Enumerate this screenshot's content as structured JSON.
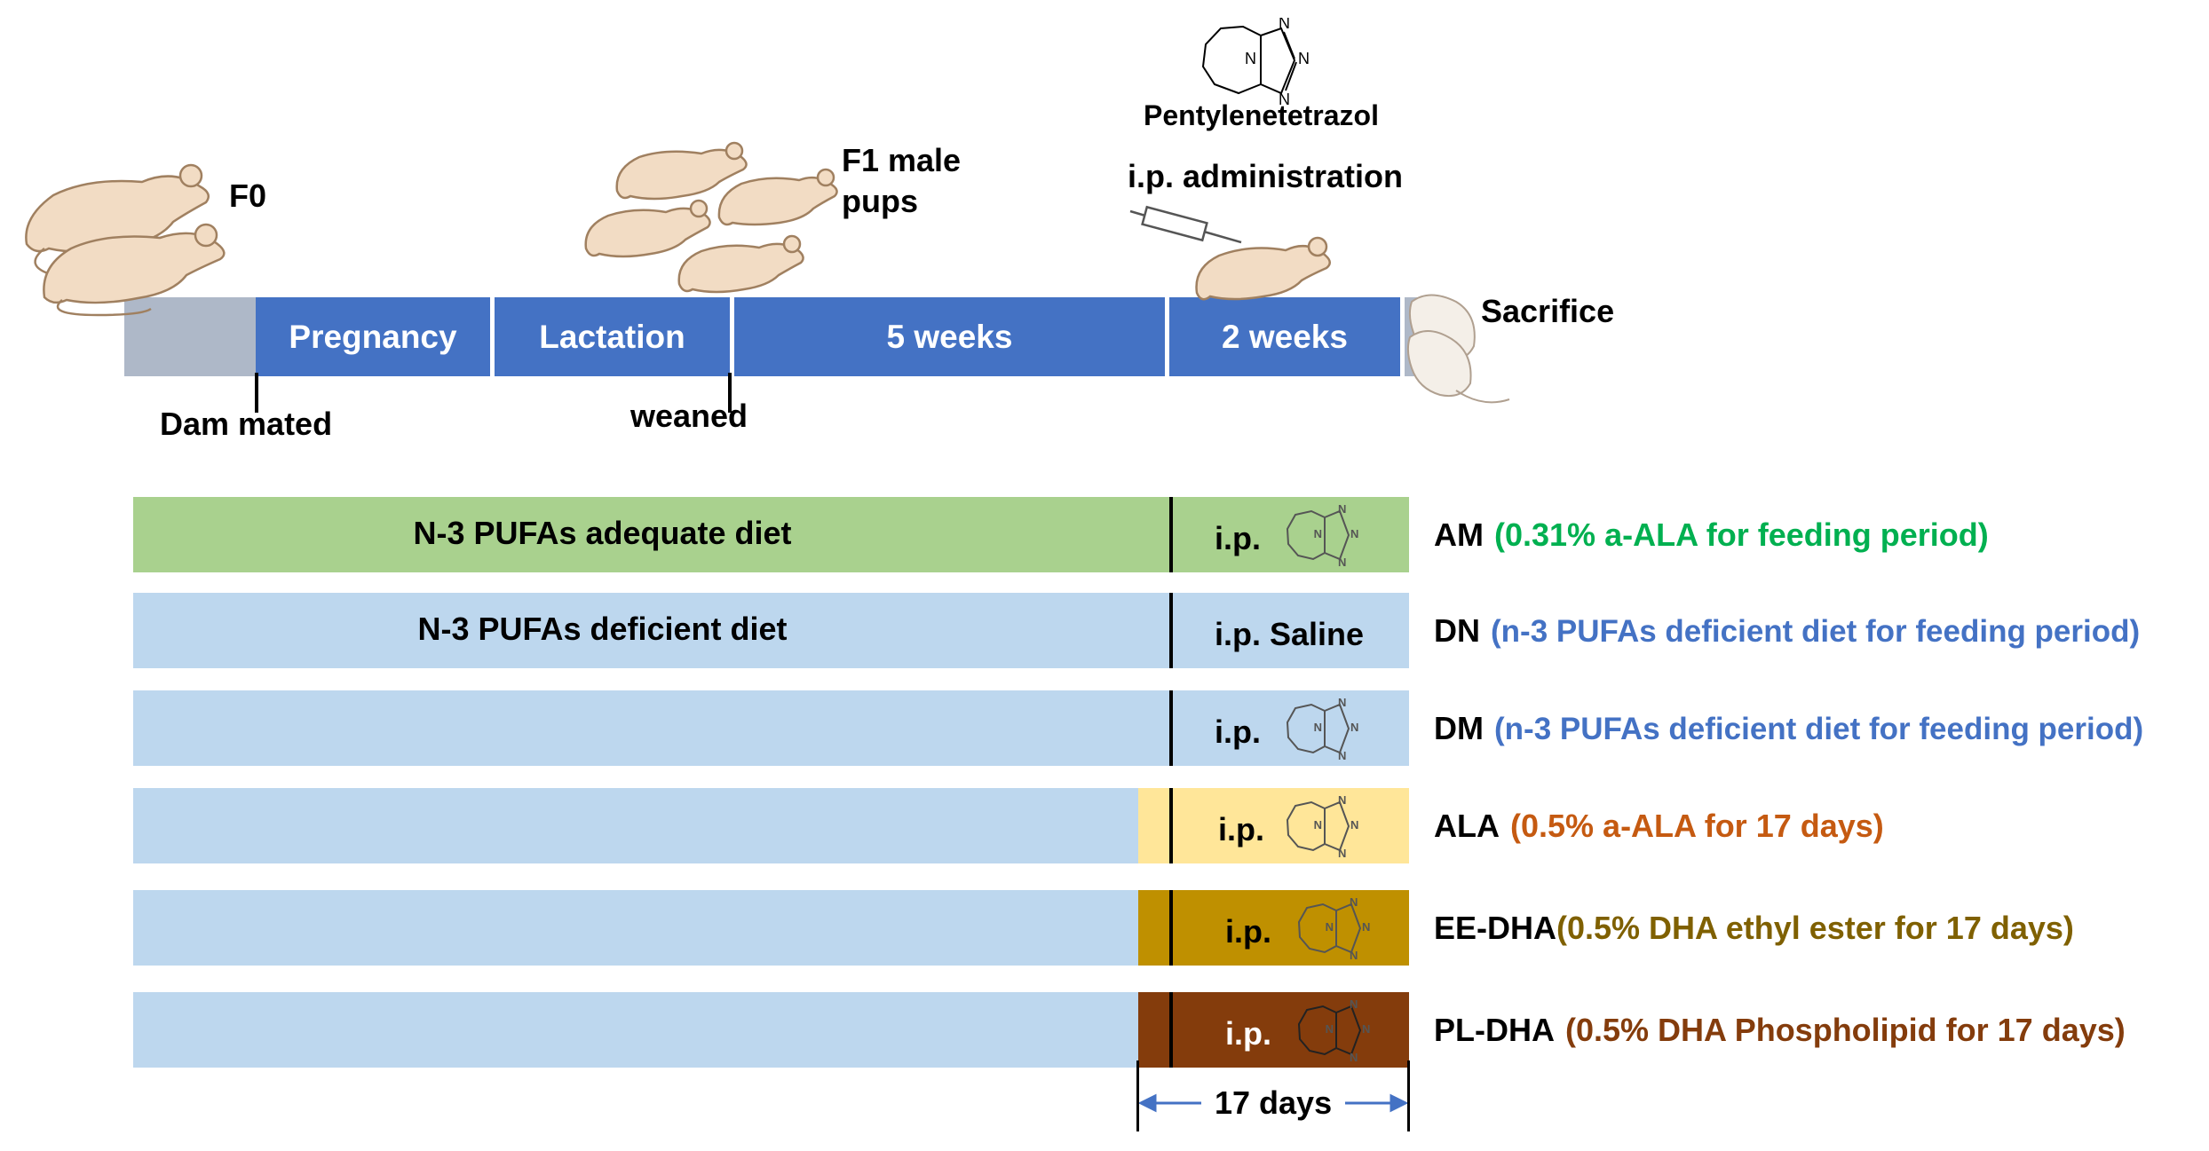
{
  "timeline": {
    "segments": [
      {
        "label": ""
      },
      {
        "label": "Pregnancy"
      },
      {
        "label": "Lactation"
      },
      {
        "label": "5 weeks"
      },
      {
        "label": "2 weeks"
      }
    ],
    "f0_label": "F0",
    "f1_label_line1": "F1 male",
    "f1_label_line2": "pups",
    "dam_mated": "Dam mated",
    "weaned": "weaned",
    "drug_name": "Pentylenetetrazol",
    "ip_admin": "i.p. administration",
    "sacrifice": "Sacrifice"
  },
  "groups": [
    {
      "bar_text": "N-3 PUFAs adequate diet",
      "ip": "i.p.",
      "name": "AM",
      "desc": "(0.31% a-ALA for feeding period)",
      "bar_color": "#a9d18e",
      "tail_color": "#a9d18e",
      "desc_color": "#00b050",
      "tail_icon": true
    },
    {
      "bar_text": "N-3 PUFAs deficient diet",
      "ip": "i.p. Saline",
      "name": "DN",
      "desc": "(n-3 PUFAs deficient diet for feeding period)",
      "bar_color": "#bdd7ee",
      "tail_color": "#bdd7ee",
      "desc_color": "#4472c4",
      "tail_icon": false
    },
    {
      "bar_text": "",
      "ip": "i.p.",
      "name": "DM",
      "desc": "(n-3 PUFAs deficient diet for feeding period)",
      "bar_color": "#bdd7ee",
      "tail_color": "#bdd7ee",
      "desc_color": "#4472c4",
      "tail_icon": true
    },
    {
      "bar_text": "",
      "ip": "i.p.",
      "name": "ALA",
      "desc": "(0.5% a-ALA for 17 days)",
      "bar_color": "#bdd7ee",
      "tail_color": "#ffe699",
      "desc_color": "#c55a11",
      "tail_icon": true
    },
    {
      "bar_text": "",
      "ip": "i.p.",
      "name": "EE-DHA",
      "desc": "(0.5% DHA ethyl ester for 17 days)",
      "bar_color": "#bdd7ee",
      "tail_color": "#bf9000",
      "desc_color": "#7f6000",
      "tail_icon": true
    },
    {
      "bar_text": "",
      "ip": "i.p.",
      "name": "PL-DHA",
      "desc": "(0.5% DHA Phospholipid for 17 days)",
      "bar_color": "#bdd7ee",
      "tail_color": "#843c0c",
      "desc_color": "#843c0c",
      "tail_icon": true
    }
  ],
  "duration_label": "17 days",
  "colors": {
    "timeline_blue": "#4472c4",
    "arrow_blue": "#4472c4",
    "rat_body": "#f2dcc4",
    "rat_outline": "#a08060"
  }
}
